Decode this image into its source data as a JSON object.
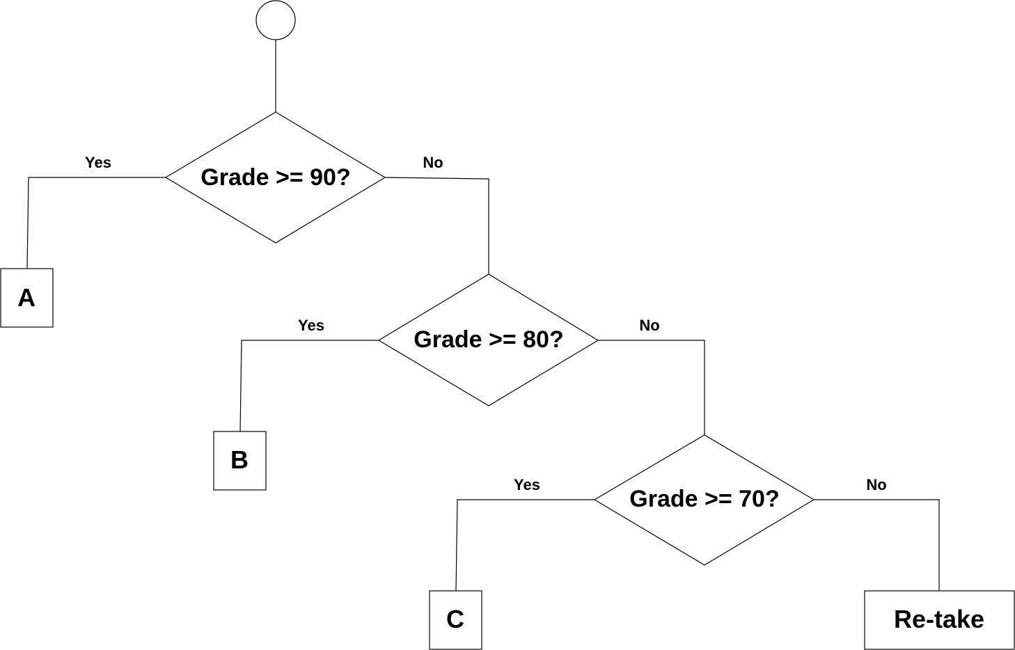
{
  "start": {
    "kind": "start-circle"
  },
  "decisions": [
    {
      "text": "Grade >= 90?",
      "yes_label": "Yes",
      "no_label": "No"
    },
    {
      "text": "Grade >= 80?",
      "yes_label": "Yes",
      "no_label": "No"
    },
    {
      "text": "Grade >= 70?",
      "yes_label": "Yes",
      "no_label": "No"
    }
  ],
  "outcomes": [
    {
      "text": "A"
    },
    {
      "text": "B"
    },
    {
      "text": "C"
    },
    {
      "text": "Re-take"
    }
  ]
}
